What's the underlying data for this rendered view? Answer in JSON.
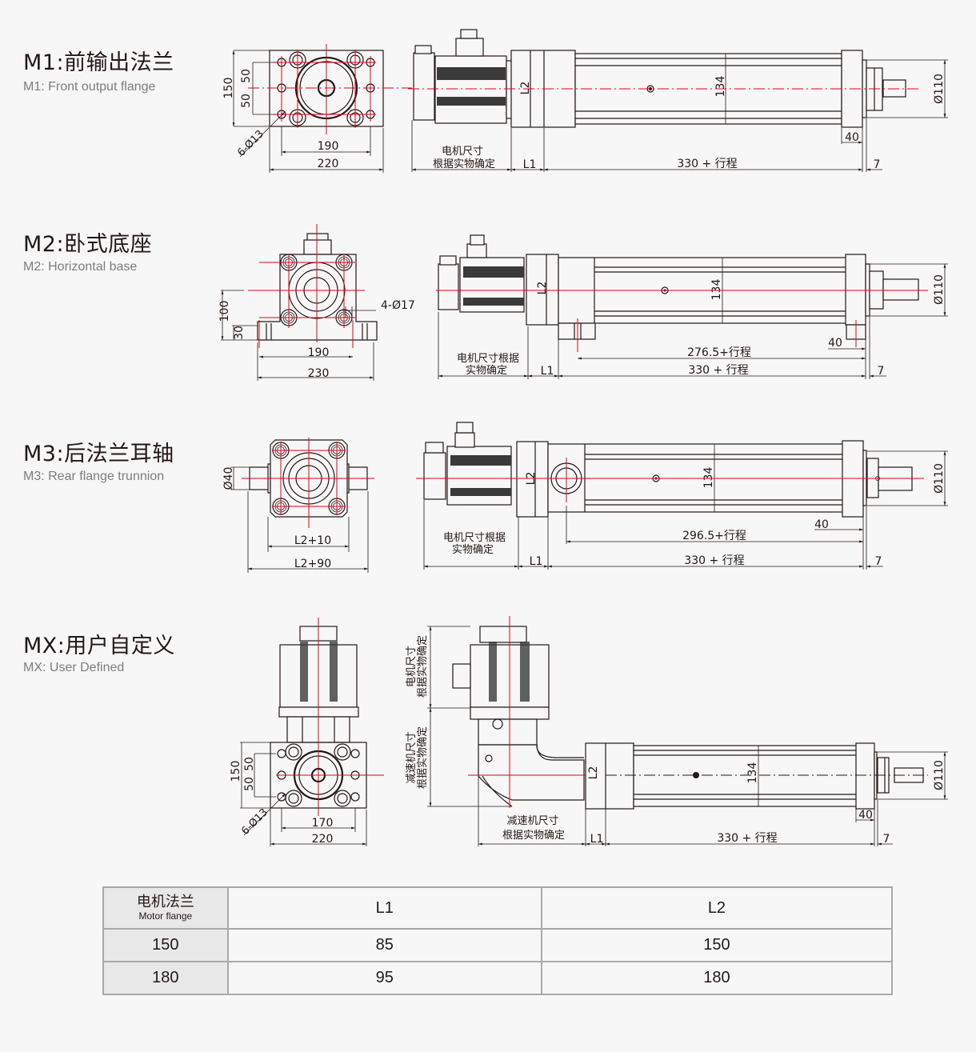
{
  "sections": [
    {
      "id": "M1",
      "title": "M1:前输出法兰",
      "subtitle": "M1: Front output flange",
      "front_view": {
        "dims": [
          "150",
          "50",
          "50",
          "6-Ø13",
          "190",
          "220"
        ]
      },
      "side_view": {
        "motor_note": [
          "电机尺寸",
          "根据实物确定"
        ],
        "labels": [
          "L2",
          "134",
          "Ø110",
          "40",
          "L1",
          "330 + 行程",
          "7"
        ]
      }
    },
    {
      "id": "M2",
      "title": "M2:卧式底座",
      "subtitle": "M2: Horizontal base",
      "front_view": {
        "dims": [
          "100",
          "30",
          "4-Ø17",
          "190",
          "230"
        ]
      },
      "side_view": {
        "motor_note": [
          "电机尺寸根据",
          "实物确定"
        ],
        "labels": [
          "L2",
          "134",
          "Ø110",
          "40",
          "276.5+行程",
          "L1",
          "330 + 行程",
          "7"
        ]
      }
    },
    {
      "id": "M3",
      "title": "M3:后法兰耳轴",
      "subtitle": "M3: Rear flange trunnion",
      "front_view": {
        "dims": [
          "Ø40",
          "L2+10",
          "L2+90"
        ]
      },
      "side_view": {
        "motor_note": [
          "电机尺寸根据",
          "实物确定"
        ],
        "labels": [
          "L2",
          "134",
          "Ø110",
          "40",
          "296.5+行程",
          "L1",
          "330 + 行程",
          "7"
        ]
      }
    },
    {
      "id": "MX",
      "title": "MX:用户自定义",
      "subtitle": "MX: User Defined",
      "front_view": {
        "dims": [
          "150",
          "50",
          "50",
          "6-Ø13",
          "170",
          "220"
        ]
      },
      "side_view": {
        "motor_note_vertical": [
          "电机尺寸",
          "根据实物确定"
        ],
        "reducer_note_vertical": [
          "减速机尺寸",
          "根据实物确定"
        ],
        "reducer_note": [
          "减速机尺寸",
          "根据实物确定"
        ],
        "labels": [
          "L2",
          "134",
          "Ø110",
          "40",
          "L1",
          "330 + 行程",
          "7"
        ]
      }
    }
  ],
  "table": {
    "header": {
      "flange_cn": "电机法兰",
      "flange_en": "Motor flange",
      "col_l1": "L1",
      "col_l2": "L2"
    },
    "rows": [
      {
        "flange": "150",
        "l1": "85",
        "l2": "150"
      },
      {
        "flange": "180",
        "l1": "95",
        "l2": "180"
      }
    ]
  },
  "colors": {
    "line": "#231815",
    "center_line": "#e60012",
    "background": "#f7f7f7",
    "table_border": "#a9a9a9",
    "table_header_bg": "#e8e8e8"
  }
}
